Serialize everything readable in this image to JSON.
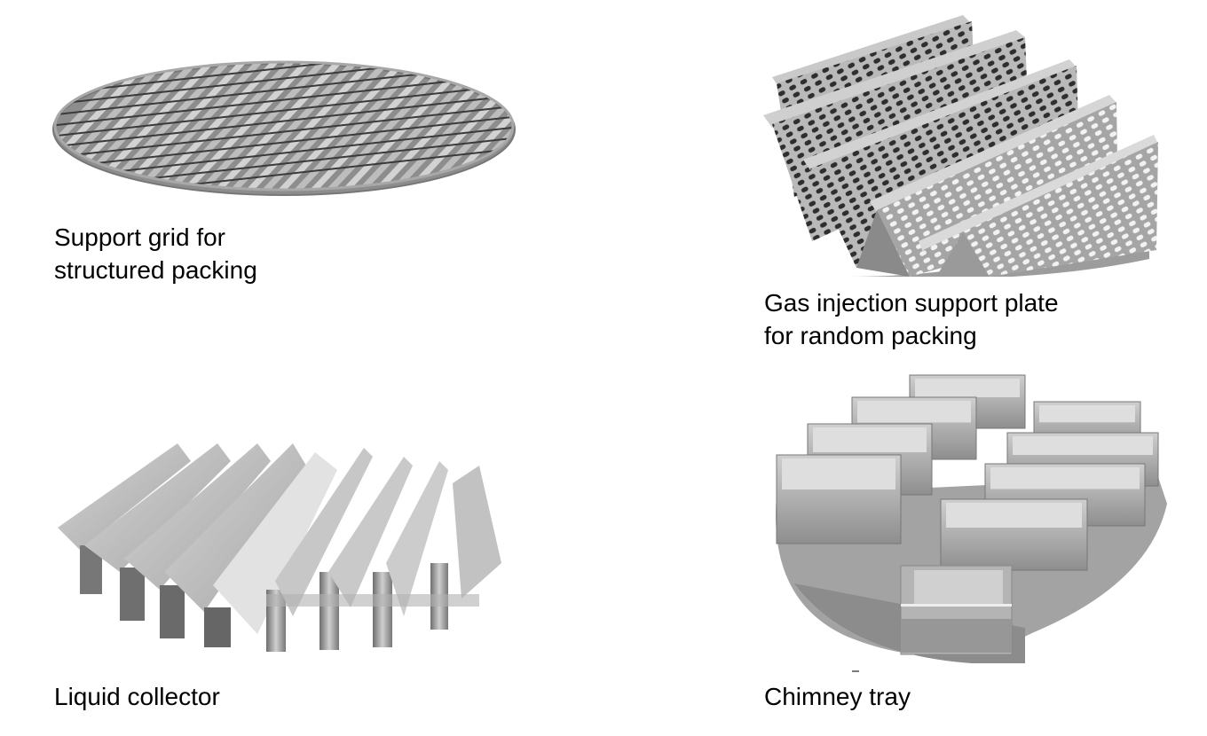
{
  "page": {
    "figures": [
      {
        "id": "support-grid",
        "caption_lines": [
          "Support grid for",
          "structured packing"
        ]
      },
      {
        "id": "gas-injection-plate",
        "caption_lines": [
          "Gas injection support plate",
          "for random packing"
        ]
      },
      {
        "id": "liquid-collector",
        "caption_lines": [
          "Liquid collector"
        ]
      },
      {
        "id": "chimney-tray",
        "caption_lines": [
          "Chimney tray"
        ]
      }
    ]
  }
}
